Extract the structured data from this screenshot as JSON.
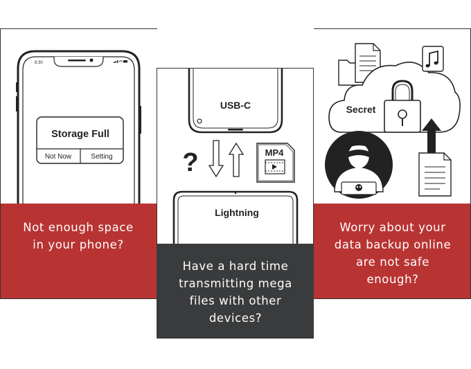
{
  "phone": {
    "status_time": "8:30",
    "dialog_title": "Storage Full",
    "btn_not_now": "Not Now",
    "btn_setting": "Setting"
  },
  "transfer": {
    "usb_label": "USB-C",
    "lightning_label": "Lightning",
    "file_type": "MP4"
  },
  "security": {
    "secret_label": "Secret"
  },
  "captions": {
    "left": [
      "Not enough space",
      "in your phone?"
    ],
    "middle": [
      "Have a hard time",
      "transmitting mega",
      "files with other",
      "devices?"
    ],
    "right": [
      "Worry about your",
      "data backup online",
      "are not safe",
      "enough?"
    ]
  },
  "colors": {
    "accent_red": "#b83433",
    "dark_gray": "#3a3b3c"
  }
}
